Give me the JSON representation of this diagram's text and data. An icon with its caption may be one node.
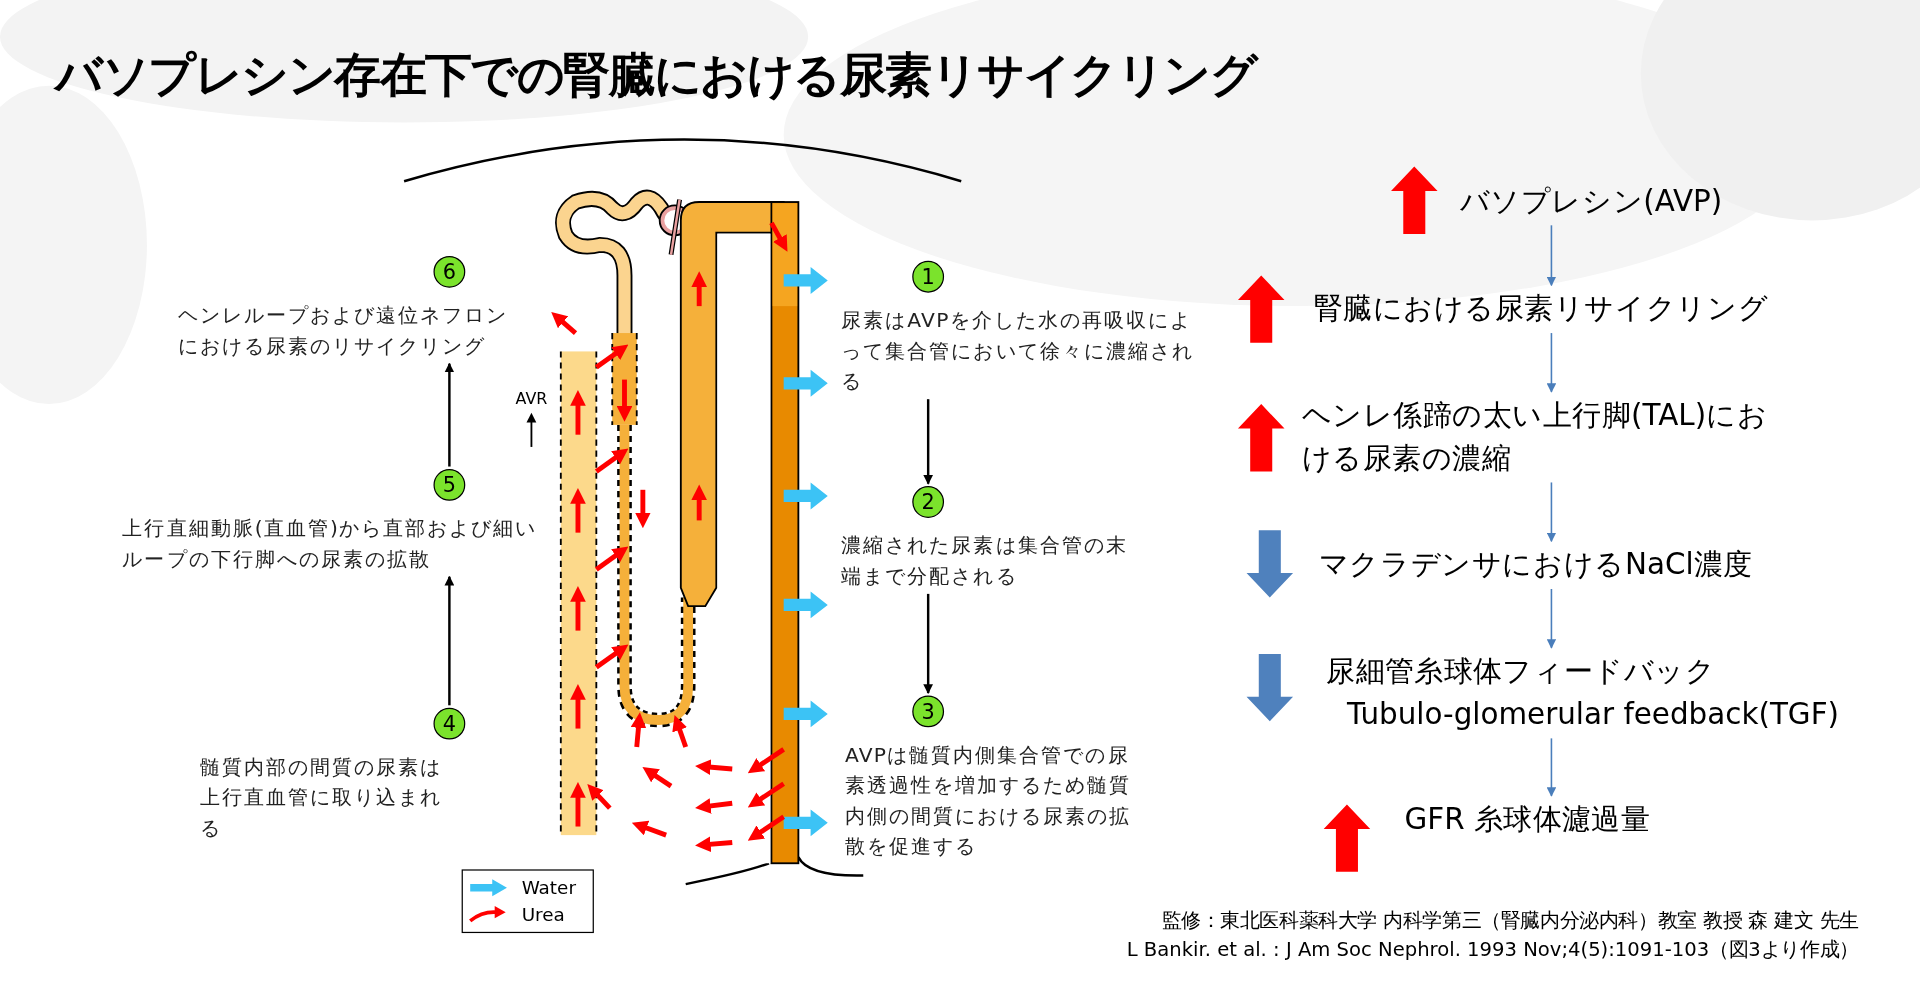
{
  "diagram": {
    "title": "バソプレシン存在下での腎臓における尿素リサイクリング",
    "nodes": [
      {
        "text": [
          "1",
          "尿素はAVPを介した水の再吸収によって集合管において徐々に濃縮される"
        ]
      },
      {
        "text": [
          "2",
          "濃縮された尿素は集合管の末端まで分配される"
        ]
      },
      {
        "text": [
          "3",
          "AVPは髄質内側集合管での尿素透過性を増加するため髄質内側の間質における尿素の拡散を促進する"
        ]
      },
      {
        "text": [
          "4",
          "髄質内部の間質の尿素は上行直血管に取り込まれる"
        ]
      },
      {
        "text": [
          "5",
          "上行直細動脈(直血管)から直部および細いループの下行脚への尿素の拡散"
        ]
      },
      {
        "text": [
          "6",
          "ヘンレループおよび遠位ネフロンにおける尿素のリサイクリング"
        ]
      },
      {
        "text": [
          "バソプレシン(AVP)"
        ]
      },
      {
        "text": [
          "腎臓における尿素リサイクリング"
        ]
      },
      {
        "text": [
          "ヘンレ係蹄の太い上行脚(TAL)における尿素の濃縮"
        ]
      },
      {
        "text": [
          "マクラデンサにおけるNaCl濃度"
        ]
      },
      {
        "text": [
          "尿細管糸球体フィードバック",
          "Tubulo-glomerular feedback(TGF)"
        ]
      },
      {
        "text": [
          "GFR 糸球体濾過量"
        ]
      }
    ],
    "edges": [
      {
        "from": 0,
        "to": 1,
        "arrow": "to",
        "color": "#000000"
      },
      {
        "from": 1,
        "to": 2,
        "arrow": "to",
        "color": "#000000"
      },
      {
        "from": 3,
        "to": 4,
        "arrow": "to",
        "color": "#000000"
      },
      {
        "from": 4,
        "to": 5,
        "arrow": "to",
        "color": "#000000"
      },
      {
        "from": 6,
        "to": 7,
        "arrow": "to"
      },
      {
        "from": 7,
        "to": 8,
        "arrow": "to"
      },
      {
        "from": 8,
        "to": 9,
        "arrow": "to"
      },
      {
        "from": 9,
        "to": 10,
        "arrow": "to"
      },
      {
        "from": 10,
        "to": 11,
        "arrow": "to"
      }
    ],
    "labels": [
      "AVR",
      "監修：東北医科薬科大学 内科学第三（腎臓内分泌内科）教室 教授 森 建文 先生",
      "L Bankir. et al. : J Am Soc Nephrol. 1993 Nov;4(5):1091-103（図3より作成）"
    ],
    "legend": [
      {
        "text": "Water"
      },
      {
        "text": "Urea"
      }
    ]
  }
}
